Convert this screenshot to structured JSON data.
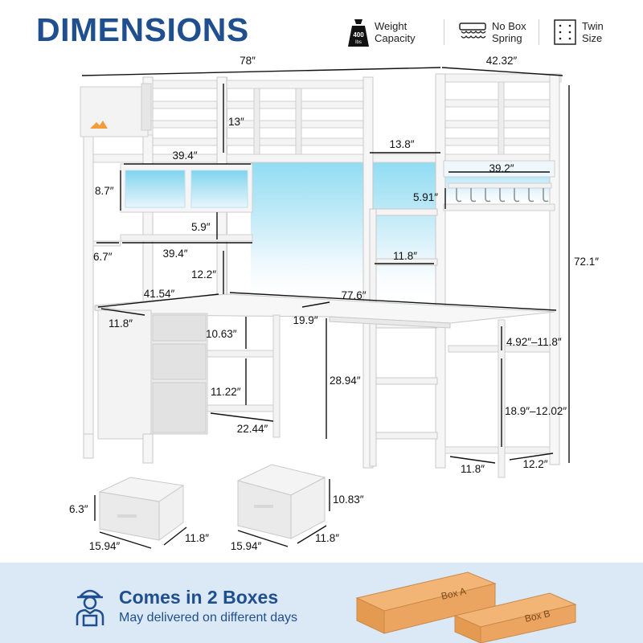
{
  "header": {
    "title": "DIMENSIONS",
    "weight_badge": "400",
    "weight_unit": "lbs",
    "features": [
      {
        "icon": "weight-icon",
        "label": "Weight Capacity"
      },
      {
        "icon": "box-spring-icon",
        "label": "No Box Spring"
      },
      {
        "icon": "bed-size-icon",
        "label": "Twin Size"
      }
    ]
  },
  "dimensions": {
    "overall_length": "78″",
    "overall_width": "42.32″",
    "overall_height": "72.1″",
    "guardrail_height": "13″",
    "ladder_width": "13.8″",
    "top_cabinet_width": "39.4″",
    "top_cabinet_height": "8.7″",
    "shelf_gap": "5.9″",
    "side_shelf_depth": "6.7″",
    "lower_shelf_width": "39.4″",
    "shelf_to_desk": "12.2″",
    "desk_return_length": "41.54″",
    "desk_length": "77.6″",
    "desk_depth": "19.9″",
    "drawer_depth_side": "11.8″",
    "rack_width": "39.2″",
    "hook_rack_height": "5.91″",
    "ladder_step": "11.8″",
    "cubby_upper": "10.63″",
    "cubby_lower": "11.22″",
    "shelf_width": "22.44″",
    "desk_height": "28.94″",
    "side_shelf_gap": "4.92″–11.8″",
    "side_shelf_height": "18.9″–12.02″",
    "side_shelf_d1": "11.8″",
    "side_shelf_d2": "12.2″"
  },
  "boxes": {
    "small": {
      "height": "6.3″",
      "width": "15.94″",
      "depth": "11.8″"
    },
    "large": {
      "height": "10.83″",
      "width": "15.94″",
      "depth": "11.8″"
    }
  },
  "shipping": {
    "title": "Comes in 2 Boxes",
    "subtitle": "May delivered on different days",
    "box_a": "Box A",
    "box_b": "Box B"
  }
}
